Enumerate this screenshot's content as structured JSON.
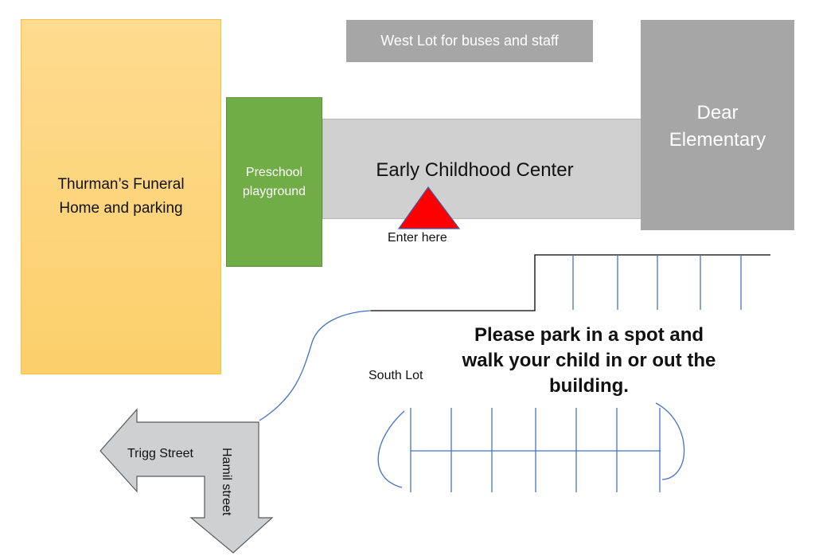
{
  "buildings": {
    "funeral_home": "Thurman’s Funeral Home and parking",
    "preschool_playground": "Preschool playground",
    "early_childhood_center": "Early Childhood Center",
    "dear_elementary": "Dear Elementary",
    "west_lot": "West Lot for buses and staff"
  },
  "labels": {
    "enter_here": "Enter here",
    "south_lot": "South Lot",
    "parking_message": "Please park in a spot and walk your child in or out the building.",
    "trigg_street": "Trigg Street",
    "hamil_street": "Hamil street"
  },
  "colors": {
    "funeral_fill": "#fbcf6a",
    "preschool_fill": "#70ad47",
    "ecc_fill": "#d0d0d0",
    "elementary_fill": "#a6a6a6",
    "entry_marker": "#ff0000",
    "road_line": "#4472c4",
    "arrow_fill": "#cfd0d2"
  },
  "icons": {
    "entry_marker": "red-triangle-icon",
    "street_arrow": "turn-arrow-icon"
  }
}
